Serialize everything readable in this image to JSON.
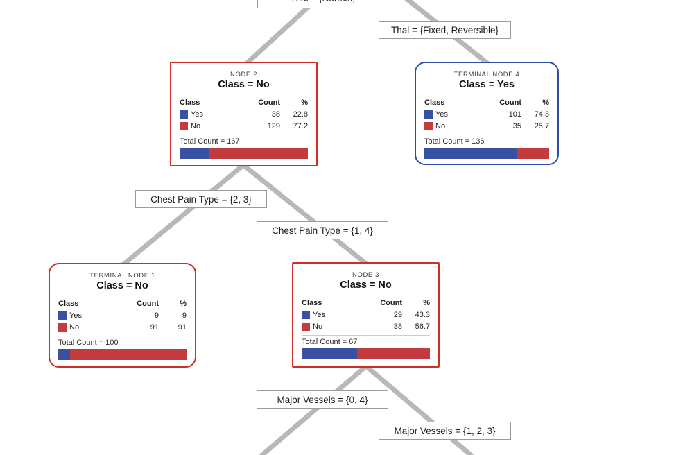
{
  "diagram": {
    "type": "decision-tree",
    "colors": {
      "class_yes_blue": "#3a50a3",
      "class_no_red": "#c23b3e",
      "node_border_no": "#cf2d27",
      "node_border_yes": "#2e4ea3",
      "edge_gray": "#b8b8b8",
      "label_border_gray": "#9b9b9b"
    },
    "edge_labels": [
      {
        "id": "root",
        "text": "Thal = {Normal}"
      },
      {
        "id": "thal-fixed-reversible",
        "text": "Thal = {Fixed, Reversible}"
      },
      {
        "id": "chest-pain-2-3",
        "text": "Chest Pain Type = {2, 3}"
      },
      {
        "id": "chest-pain-1-4",
        "text": "Chest Pain Type = {1, 4}"
      },
      {
        "id": "major-vessels-0-4",
        "text": "Major Vessels = {0, 4}"
      },
      {
        "id": "major-vessels-1-2-3",
        "text": "Major Vessels = {1, 2, 3}"
      }
    ],
    "nodes": [
      {
        "id": "node-2",
        "title": "NODE 2",
        "class_label": "Class = No",
        "shape": "square",
        "border_color": "#cf2d27",
        "columns": [
          "Class",
          "Count",
          "%"
        ],
        "rows": [
          {
            "label": "Yes",
            "color": "#3a50a3",
            "count": "38",
            "pct": "22.8",
            "pct_num": 22.8
          },
          {
            "label": "No",
            "color": "#c23b3e",
            "count": "129",
            "pct": "77.2",
            "pct_num": 77.2
          }
        ],
        "total_label": "Total Count = 167"
      },
      {
        "id": "terminal-node-4",
        "title": "TERMINAL NODE 4",
        "class_label": "Class = Yes",
        "shape": "rounded",
        "border_color": "#2e4ea3",
        "columns": [
          "Class",
          "Count",
          "%"
        ],
        "rows": [
          {
            "label": "Yes",
            "color": "#3a50a3",
            "count": "101",
            "pct": "74.3",
            "pct_num": 74.3
          },
          {
            "label": "No",
            "color": "#c23b3e",
            "count": "35",
            "pct": "25.7",
            "pct_num": 25.7
          }
        ],
        "total_label": "Total Count = 136"
      },
      {
        "id": "terminal-node-1",
        "title": "TERMINAL NODE 1",
        "class_label": "Class = No",
        "shape": "rounded",
        "border_color": "#cf2d27",
        "columns": [
          "Class",
          "Count",
          "%"
        ],
        "rows": [
          {
            "label": "Yes",
            "color": "#3a50a3",
            "count": "9",
            "pct": "9",
            "pct_num": 9
          },
          {
            "label": "No",
            "color": "#c23b3e",
            "count": "91",
            "pct": "91",
            "pct_num": 91
          }
        ],
        "total_label": "Total Count = 100"
      },
      {
        "id": "node-3",
        "title": "NODE 3",
        "class_label": "Class = No",
        "shape": "square",
        "border_color": "#cf2d27",
        "columns": [
          "Class",
          "Count",
          "%"
        ],
        "rows": [
          {
            "label": "Yes",
            "color": "#3a50a3",
            "count": "29",
            "pct": "43.3",
            "pct_num": 43.3
          },
          {
            "label": "No",
            "color": "#c23b3e",
            "count": "38",
            "pct": "56.7",
            "pct_num": 56.7
          }
        ],
        "total_label": "Total Count = 67"
      }
    ]
  }
}
